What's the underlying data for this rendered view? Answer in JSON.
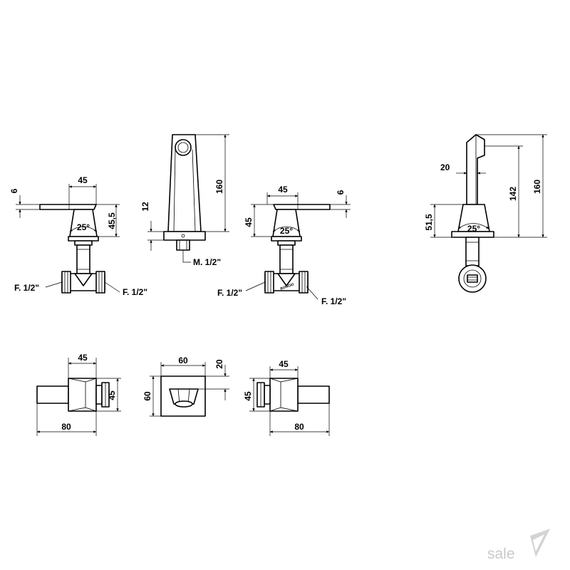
{
  "dimensions": {
    "lever_left_width": "45",
    "lever_left_thickness": "6",
    "lever_left_height": "45,5",
    "lever_left_angle": "25°",
    "spout_height": "160",
    "spout_base": "12",
    "lever_right_width": "45",
    "lever_right_thickness": "6",
    "lever_right_height": "45",
    "lever_right_angle": "25°",
    "side_offset": "20",
    "side_height_inner": "142",
    "side_height_total": "160",
    "side_base": "51,5",
    "side_angle": "25°",
    "top_left_width": "45",
    "top_left_height": "45",
    "top_left_length": "80",
    "top_spout_width": "60",
    "top_spout_height": "60",
    "top_spout_offset": "20",
    "top_right_width": "45",
    "top_right_height": "45",
    "top_right_length": "80"
  },
  "connections": {
    "left_inlet": "F. 1/2\"",
    "left_outlet": "F. 1/2\"",
    "spout_thread": "M. 1/2\"",
    "right_inlet": "F. 1/2\"",
    "right_outlet": "F. 1/2\""
  },
  "brand_mark": "BONGIO",
  "watermark": {
    "text": "sale",
    "icon": "sale-logo-icon"
  }
}
